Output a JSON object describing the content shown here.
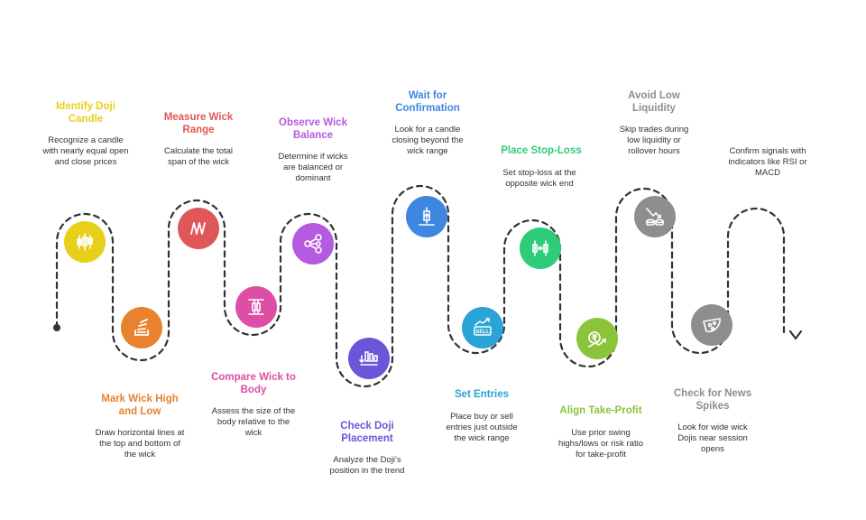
{
  "steps": [
    {
      "id": "identify-doji",
      "title": "Identify Doji Candle",
      "description": "Recognize a candle with nearly equal open and close prices",
      "color": "#E8CF1A",
      "icon": "candlestick-icon"
    },
    {
      "id": "mark-wick",
      "title": "Mark Wick High and Low",
      "description": "Draw horizontal lines at the top and bottom of the wick",
      "color": "#E8822E",
      "icon": "stack-overflow-icon"
    },
    {
      "id": "measure-wick",
      "title": "Measure Wick Range",
      "description": "Calculate the total span of the wick",
      "color": "#E05759",
      "icon": "spring-icon"
    },
    {
      "id": "compare-wick",
      "title": "Compare Wick to Body",
      "description": "Assess the size of the body relative to the wick",
      "color": "#DD4FA5",
      "icon": "compare-arrows-icon"
    },
    {
      "id": "observe-balance",
      "title": "Observe Wick Balance",
      "description": "Determine if wicks are balanced or dominant",
      "color": "#B55BE0",
      "icon": "share-nodes-icon"
    },
    {
      "id": "check-placement",
      "title": "Check Doji Placement",
      "description": "Analyze the Doji's position in the trend",
      "color": "#6B55D8",
      "icon": "bar-chart-down-icon"
    },
    {
      "id": "wait-confirmation",
      "title": "Wait for Confirmation",
      "description": "Look for a candle closing beyond the wick range",
      "color": "#3E86E0",
      "icon": "candle-up-icon"
    },
    {
      "id": "set-entries",
      "title": "Set Entries",
      "description": "Place buy or sell entries just outside the wick range",
      "color": "#2BA3D6",
      "icon": "sell-sign-icon"
    },
    {
      "id": "place-stop",
      "title": "Place Stop-Loss",
      "description": "Set stop-loss at the opposite wick end",
      "color": "#2ECC79",
      "icon": "candles-arrows-icon"
    },
    {
      "id": "align-take-profit",
      "title": "Align Take-Profit",
      "description": "Use prior swing highs/lows or risk ratio for take-profit",
      "color": "#8BC43A",
      "icon": "rupee-growth-icon"
    },
    {
      "id": "avoid-liquidity",
      "title": "Avoid Low Liquidity",
      "description": "Skip trades during low liquidity or rollover hours",
      "color": "#8E8E8E",
      "icon": "coins-down-icon"
    },
    {
      "id": "check-news",
      "title": "Check for News Spikes",
      "description": "Look for wide wick Dojis near session opens",
      "color": "#8E8E8E",
      "icon": "pizza-slice-icon"
    },
    {
      "id": "confirm-signals",
      "title": "",
      "description": "Confirm signals with indicators like RSI or MACD",
      "color": "#333333",
      "icon": ""
    }
  ]
}
